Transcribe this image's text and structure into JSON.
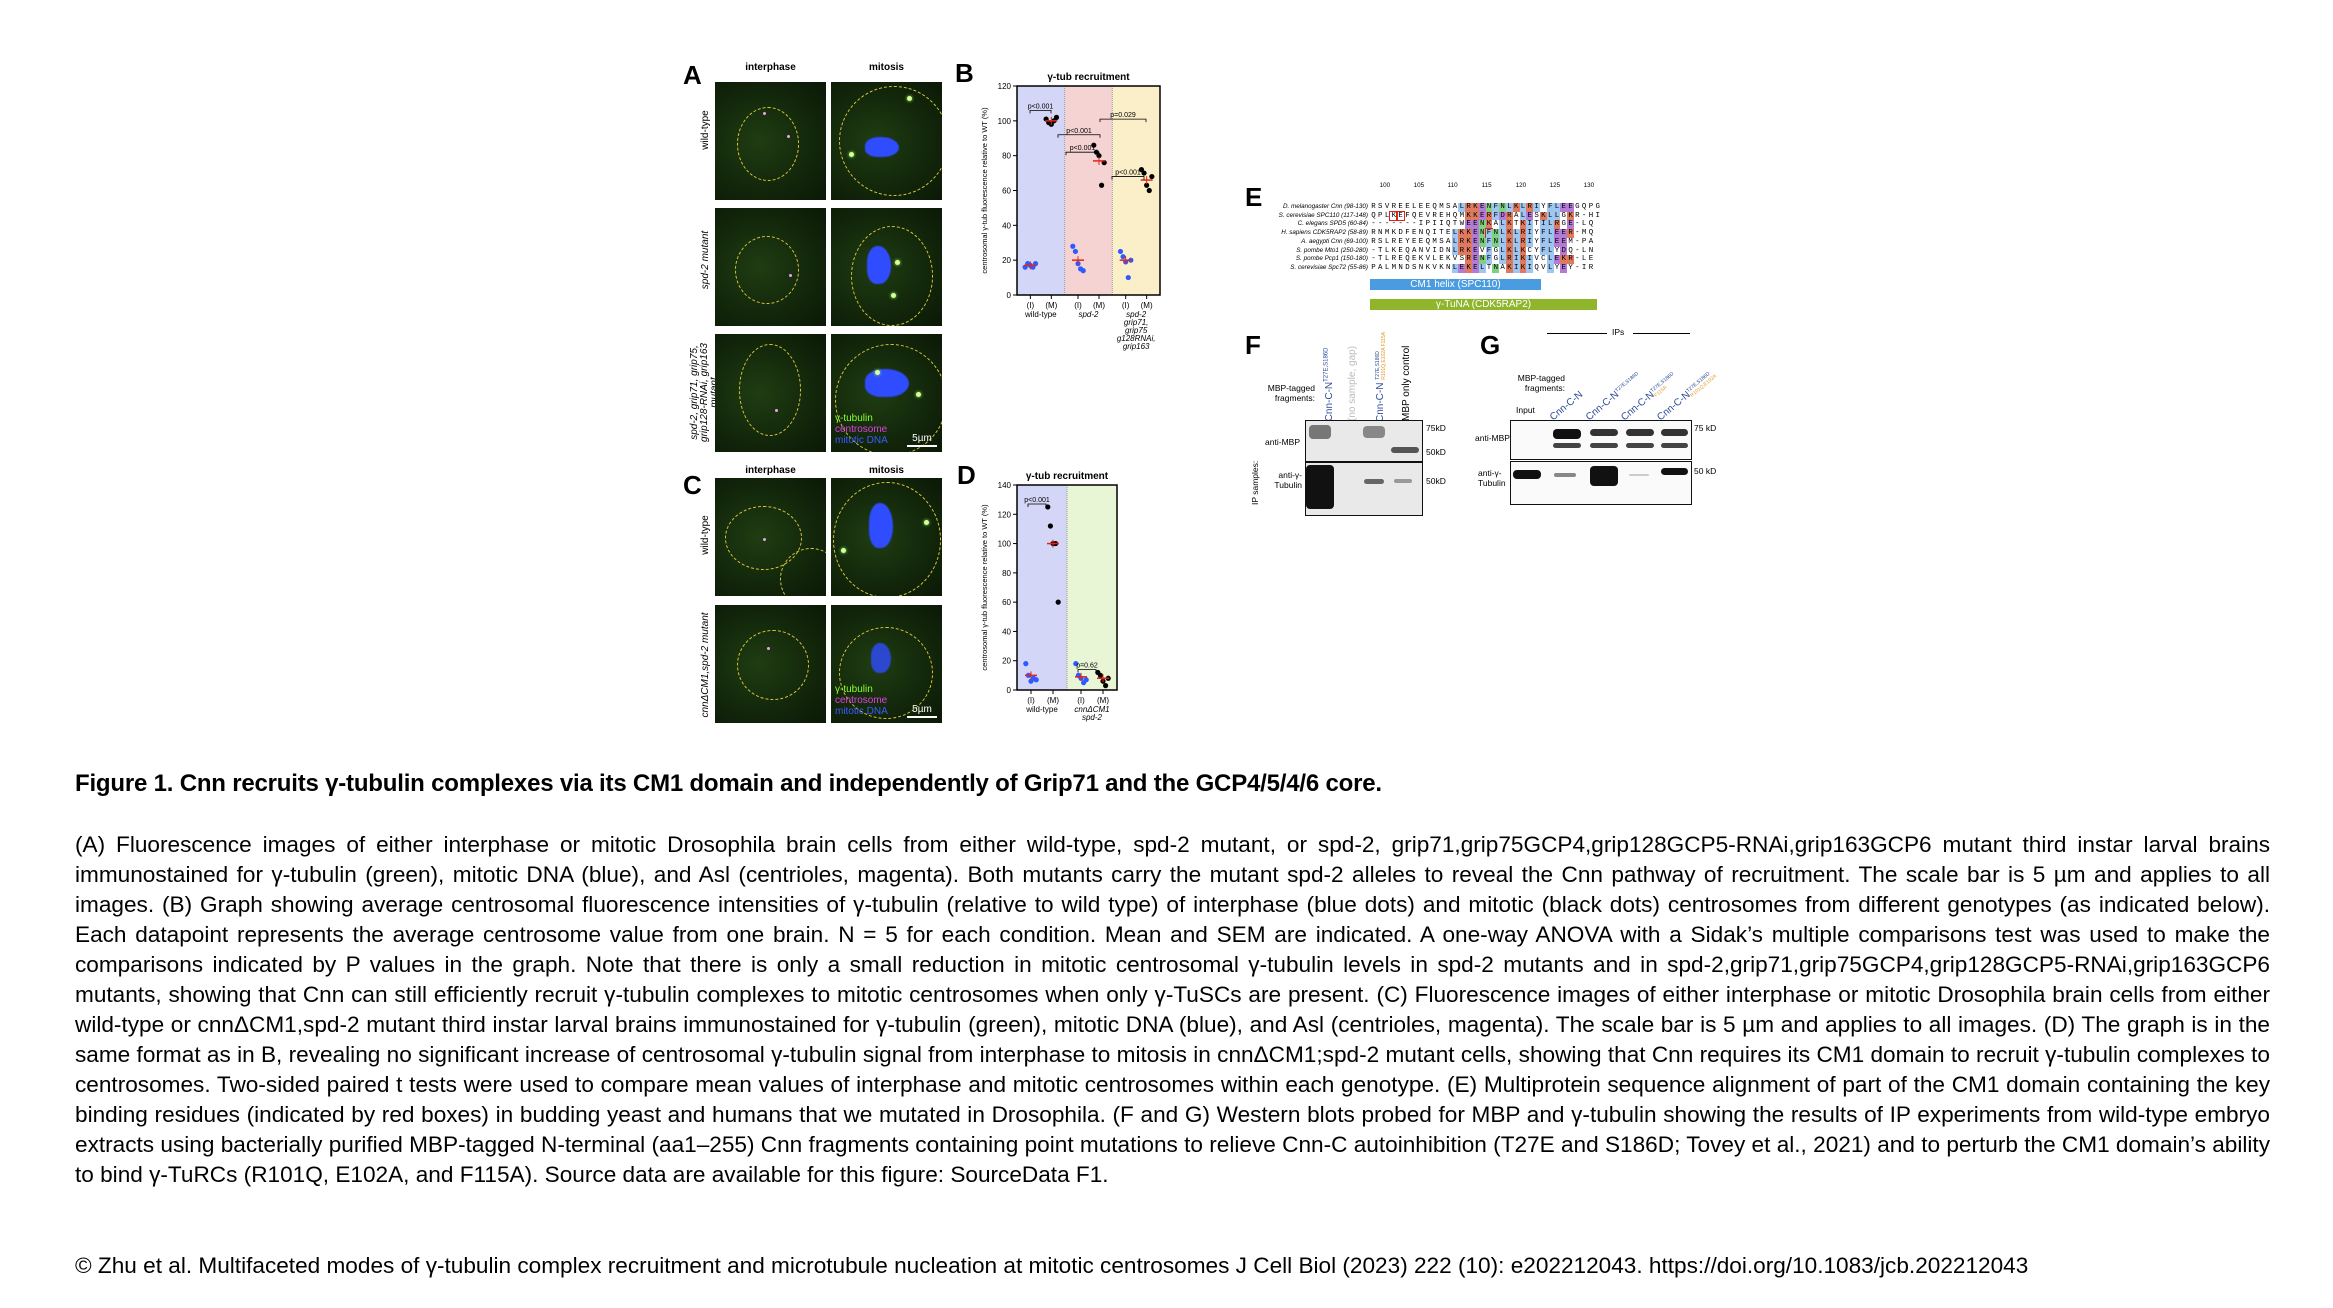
{
  "figure": {
    "panels": {
      "A": {
        "label": "A",
        "col_headers": [
          "interphase",
          "mitosis"
        ],
        "row_labels": [
          "wild-type",
          "spd-2 mutant",
          "spd-2, grip71, grip75, grip128-RNAi, grip163 mutant"
        ],
        "legend": {
          "gtub": "γ-tubulin",
          "centrosome": "centrosome",
          "dna": "mitotic DNA"
        },
        "scale": "5µm"
      },
      "B": {
        "label": "B"
      },
      "C": {
        "label": "C",
        "col_headers": [
          "interphase",
          "mitosis"
        ],
        "row_labels": [
          "wild-type",
          "cnnΔCM1,spd-2 mutant"
        ],
        "legend": {
          "gtub": "γ-tubulin",
          "centrosome": "centrosome",
          "dna": "mitotic DNA"
        },
        "scale": "5µm"
      },
      "D": {
        "label": "D"
      },
      "E": {
        "label": "E",
        "ticks": [
          "100",
          "105",
          "110",
          "115",
          "120",
          "125",
          "130"
        ],
        "rows": [
          {
            "species": "D. melanogaster Cnn (98-130)",
            "seq": "RSVREELEEQMSALRKENFNLKLRIYFLEEGQPG"
          },
          {
            "species": "S. cerevisiae SPC110 (117-148)",
            "seq": "QPLKEFQEVREHQMKKERFDRALESKLLGKR-HI"
          },
          {
            "species": "C. elegans SPD5 (60-84)",
            "seq": "-------IPIIQTWEENKALKTKITILRGE-LQ"
          },
          {
            "species": "H. sapiens CDK5RAP2 (58-89)",
            "seq": "RNMKDFENQITELKKENFNLKLRIYFLEER-MQ"
          },
          {
            "species": "A. aegypti Cnn (69-100)",
            "seq": "RSLREYEEQMSALRKENFNLKLRIYFLEEM-PA"
          },
          {
            "species": "S. pombe Mto1 (250-280)",
            "seq": "-TLKEQANVIDNLRKEVFGLKLKCYFLYDQ-LN"
          },
          {
            "species": "S. pombe Pcp1 (150-180)",
            "seq": "-TLREQEKVLEKVSRENFGLRIKIVCLEKR-LE"
          },
          {
            "species": "S. cerevisiae Spc72 (55-86)",
            "seq": "PALMNDSNKVKNLEKELTNAKIKIQVLYEY-IR"
          }
        ],
        "bars": [
          "CM1 helix (SPC110)",
          "γ-TuNA (CDK5RAP2)"
        ]
      },
      "F": {
        "label": "F",
        "row_title": "MBP-tagged fragments:",
        "lanes": [
          "Cnn-C-N",
          "(no sample, gap)",
          "Cnn-C-N",
          "MBP only control"
        ],
        "lane1_sup": "T27E,S186D",
        "lane3_sup_blue": "T27E,S186D",
        "lane3_sup_orange": "R101Q,E102A F115A",
        "side": "IP samples:",
        "blots": [
          "anti-MBP",
          "anti-γ-Tubulin"
        ],
        "markers": [
          "75kD",
          "50kD",
          "50kD"
        ]
      },
      "G": {
        "label": "G",
        "ips": "IPs",
        "row_title": "MBP-tagged fragments:",
        "lanes": [
          "Input",
          "Cnn-C-N",
          "Cnn-C-N",
          "Cnn-C-N",
          "Cnn-C-N"
        ],
        "lane2_sup": "T27E,S186D",
        "lane3_sup_blue": "T27E,S186D",
        "lane3_sup_orange": "F115A",
        "lane4_sup_blue": "T27E,S186D",
        "lane4_sup_orange": "R101Q,E102A",
        "blots": [
          "anti-MBP",
          "anti-γ-Tubulin"
        ],
        "markers": [
          "75 kD",
          "50 kD"
        ]
      }
    },
    "colors": {
      "wt_bg": "#d3d6f7",
      "spd2_bg": "#f6d3d3",
      "triple_bg": "#fbefc9",
      "cm1_bg": "#e9f6d6",
      "interphase": "#2d5bff",
      "mitotic": "#000000",
      "mean": "#e0261b",
      "cm1_bar": "#4b9be0",
      "tuna_bar": "#8fb52a"
    }
  },
  "chart_data": [
    {
      "type": "scatter",
      "panel": "B",
      "title": "γ-tub recruitment",
      "ylabel": "centrosomal γ-tub fluorescence relative to WT (%)",
      "ylim": [
        0,
        120
      ],
      "yticks": [
        0,
        20,
        40,
        60,
        80,
        100,
        120
      ],
      "groups": [
        {
          "label": "wild-type",
          "I": [
            16,
            18,
            17,
            16,
            18
          ],
          "M": [
            101,
            99,
            98,
            100,
            102
          ],
          "I_mean": 17,
          "M_mean": 100
        },
        {
          "label": "spd-2",
          "I": [
            28,
            25,
            18,
            15,
            14
          ],
          "M": [
            86,
            82,
            80,
            63,
            76
          ],
          "I_mean": 20,
          "M_mean": 77
        },
        {
          "label": "spd-2 grip71, grip75 g128RNAi, grip163",
          "I": [
            25,
            22,
            19,
            10,
            20
          ],
          "M": [
            72,
            70,
            63,
            60,
            68
          ],
          "I_mean": 20,
          "M_mean": 66
        }
      ],
      "xticks": [
        "(I)",
        "(M)"
      ],
      "pvalues": [
        "p<0.001",
        "p<0.001",
        "p<0.001",
        "p<0.001",
        "p=0.029"
      ]
    },
    {
      "type": "scatter",
      "panel": "D",
      "title": "γ-tub recruitment",
      "ylabel": "centrosomal γ-tub fluorescence relative to WT (%)",
      "ylim": [
        0,
        140
      ],
      "yticks": [
        0,
        20,
        40,
        60,
        80,
        100,
        120,
        140
      ],
      "groups": [
        {
          "label": "wild-type",
          "I": [
            18,
            10,
            6,
            8,
            7
          ],
          "M": [
            125,
            112,
            100,
            100,
            60
          ],
          "I_mean": 10,
          "M_mean": 100
        },
        {
          "label": "cnnΔCM1 spd-2",
          "I": [
            18,
            10,
            8,
            5,
            7
          ],
          "M": [
            12,
            10,
            6,
            3,
            8
          ],
          "I_mean": 9,
          "M_mean": 8
        }
      ],
      "xticks": [
        "(I)",
        "(M)"
      ],
      "pvalues": [
        "p<0.001",
        "p=0.62"
      ]
    }
  ],
  "caption": {
    "title": "Figure 1. Cnn recruits γ-tubulin complexes via its CM1 domain and independently of Grip71 and the GCP4/5/4/6 core.",
    "body": "(A) Fluorescence images of either interphase or mitotic Drosophila brain cells from either wild-type, spd-2 mutant, or spd-2, grip71,grip75GCP4,grip128GCP5-RNAi,grip163GCP6 mutant third instar larval brains immunostained for γ-tubulin (green), mitotic DNA (blue), and Asl (centrioles, magenta). Both mutants carry the mutant spd-2 alleles to reveal the Cnn pathway of recruitment. The scale bar is 5 µm and applies to all images. (B) Graph showing average centrosomal fluorescence intensities of γ-tubulin (relative to wild type) of interphase (blue dots) and mitotic (black dots) centrosomes from different genotypes (as indicated below). Each datapoint represents the average centrosome value from one brain. N = 5 for each condition. Mean and SEM are indicated. A one-way ANOVA with a Sidak’s multiple comparisons test was used to make the comparisons indicated by P values in the graph. Note that there is only a small reduction in mitotic centrosomal γ-tubulin levels in spd-2 mutants and in spd-2,grip71,grip75GCP4,grip128GCP5-RNAi,grip163GCP6 mutants, showing that Cnn can still efficiently recruit γ-tubulin complexes to mitotic centrosomes when only γ-TuSCs are present. (C) Fluorescence images of either interphase or mitotic Drosophila brain cells from either wild-type or cnnΔCM1,spd-2 mutant third instar larval brains immunostained for γ-tubulin (green), mitotic DNA (blue), and Asl (centrioles, magenta). The scale bar is 5 µm and applies to all images. (D) The graph is in the same format as in B, revealing no significant increase of centrosomal γ-tubulin signal from interphase to mitosis in cnnΔCM1;spd-2 mutant cells, showing that Cnn requires its CM1 domain to recruit γ-tubulin complexes to centrosomes. Two-sided paired t tests were used to compare mean values of interphase and mitotic centrosomes within each genotype. (E) Multiprotein sequence alignment of part of the CM1 domain containing the key binding residues (indicated by red boxes) in budding yeast and humans that we mutated in Drosophila. (F and G) Western blots probed for MBP and γ-tubulin showing the results of IP experiments from wild-type embryo extracts using bacterially purified MBP-tagged N-terminal (aa1–255) Cnn fragments containing point mutations to relieve Cnn-C autoinhibition (T27E and S186D; Tovey et al., 2021) and to perturb the CM1 domain’s ability to bind γ-TuRCs (R101Q, E102A, and F115A). Source data are available for this figure: SourceData F1.",
    "copyright": "© Zhu et al. Multifaceted modes of γ-tubulin complex recruitment and microtubule nucleation at mitotic centrosomes J Cell Biol (2023) 222 (10): e202212043. https://doi.org/10.1083/jcb.202212043"
  }
}
